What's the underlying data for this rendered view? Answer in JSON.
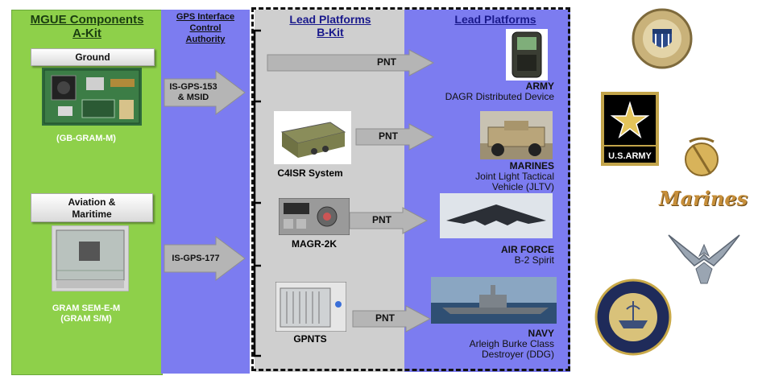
{
  "colA": {
    "title_line1": "MGUE Components",
    "title_line2": "A-Kit",
    "ground_label": "Ground",
    "ground_caption": "(GB-GRAM-M)",
    "aviation_label_line1": "Aviation &",
    "aviation_label_line2": "Maritime",
    "aviation_caption_line1": "GRAM SEM-E-M",
    "aviation_caption_line2": "(GRAM S/M)"
  },
  "colGPS": {
    "title_line1": "GPS Interface",
    "title_line2": "Control",
    "title_line3": "Authority",
    "arrow1_line1": "IS-GPS-153",
    "arrow1_line2": "& MSID",
    "arrow2": "IS-GPS-177"
  },
  "colB": {
    "title_line1": "Lead Platforms",
    "title_line2": "B-Kit",
    "items": [
      "C4ISR System",
      "MAGR-2K",
      "GPNTS"
    ],
    "pnt": "PNT"
  },
  "colLead": {
    "title": "Lead Platforms",
    "platforms": [
      {
        "service": "ARMY",
        "line1": "DAGR Distributed Device",
        "line2": ""
      },
      {
        "service": "MARINES",
        "line1": "Joint Light Tactical",
        "line2": "Vehicle (JLTV)"
      },
      {
        "service": "AIR FORCE",
        "line1": "B-2 Spirit",
        "line2": ""
      },
      {
        "service": "NAVY",
        "line1": "Arleigh Burke Class",
        "line2": "Destroyer (DDG)"
      }
    ]
  },
  "logos": {
    "army_text": "U.S.ARMY",
    "marines_text": "Marines"
  },
  "colors": {
    "green": "#8ed04a",
    "blue": "#7c7cf0",
    "grey": "#cfcfcf"
  }
}
